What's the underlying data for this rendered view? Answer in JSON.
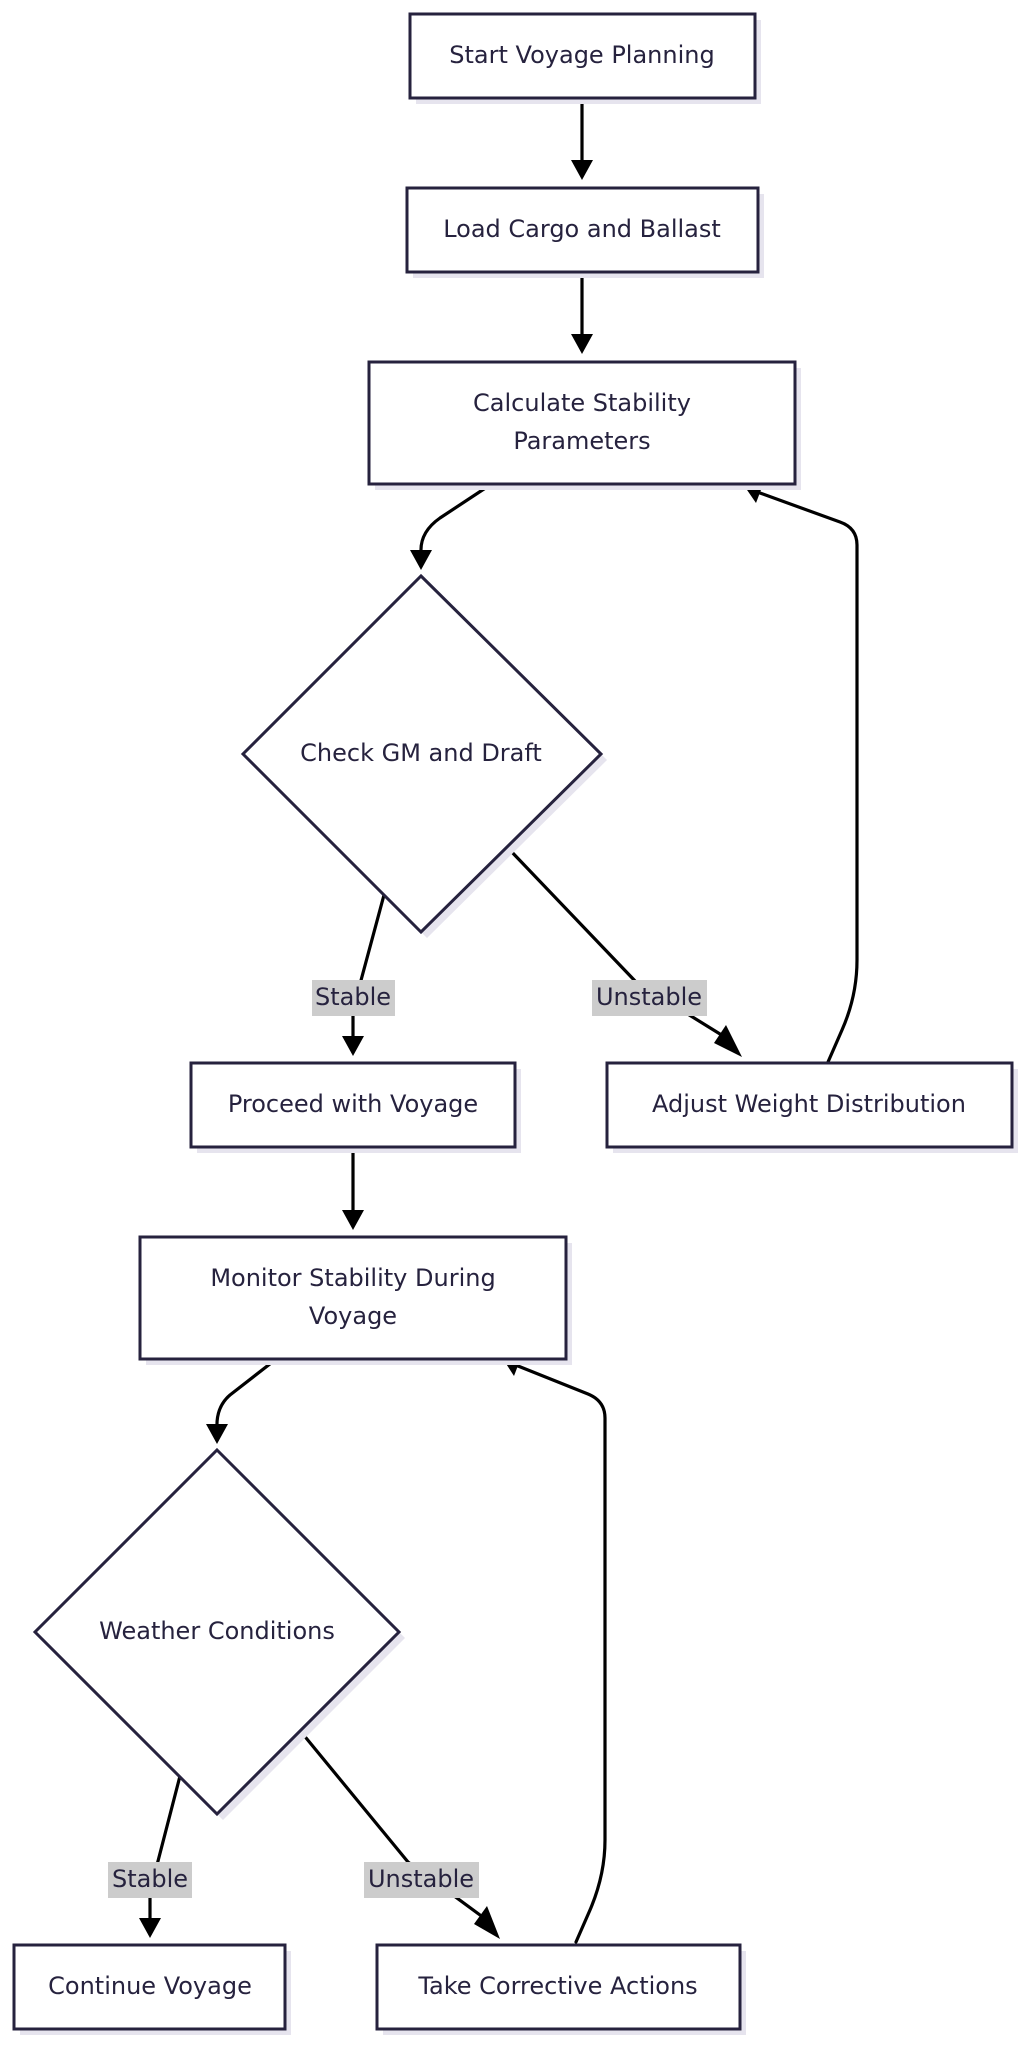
{
  "nodes": {
    "start": "Start Voyage Planning",
    "load": "Load Cargo and Ballast",
    "calc_line1": "Calculate Stability",
    "calc_line2": "Parameters",
    "check": "Check GM and Draft",
    "proceed": "Proceed with Voyage",
    "adjust": "Adjust Weight Distribution",
    "monitor_line1": "Monitor Stability During",
    "monitor_line2": "Voyage",
    "weather": "Weather Conditions",
    "continue": "Continue Voyage",
    "corrective": "Take Corrective Actions"
  },
  "edge_labels": {
    "check_stable": "Stable",
    "check_unstable": "Unstable",
    "weather_stable": "Stable",
    "weather_unstable": "Unstable"
  },
  "colors": {
    "node_stroke": "#26223e",
    "edge": "#000000",
    "label_bg": "#cccccc",
    "shadow": "#e6e4ee"
  }
}
